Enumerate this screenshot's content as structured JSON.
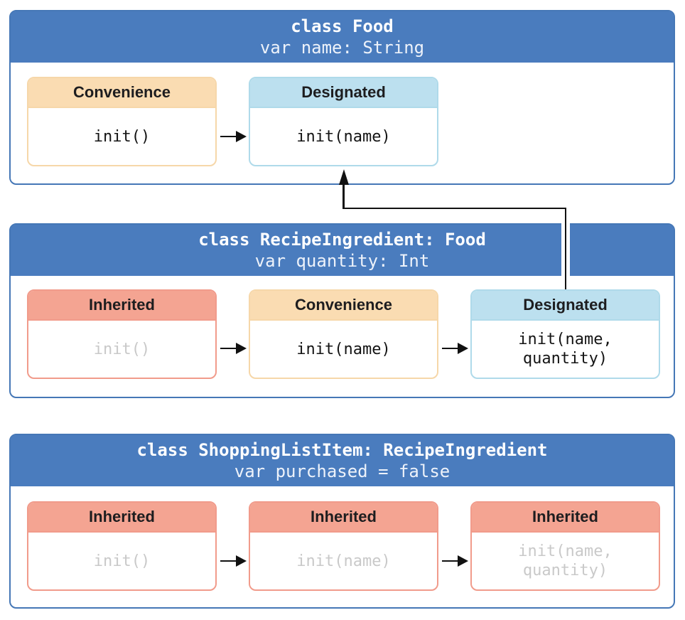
{
  "diagram": {
    "description": "Initializer chaining and inheritance across three classes",
    "colors": {
      "class_header_blue": "#4A7CBE",
      "class_box_border": "#4577B6",
      "convenience_fill": "#FADCB2",
      "convenience_border": "#F6D7A9",
      "designated_fill": "#BCE0EF",
      "designated_border": "#AFDAEA",
      "inherited_fill": "#F4A492",
      "inherited_border": "#F19B8B",
      "arrow_black": "#111111",
      "code_text": "#141414",
      "inherited_code_gray": "#C9C9C9",
      "header_text": "#FFFFFF"
    },
    "classes": [
      {
        "title": "class Food",
        "subtitle": "var name: String",
        "cards": [
          {
            "label": "Convenience",
            "code": "init()"
          },
          {
            "label": "Designated",
            "code": "init(name)"
          }
        ]
      },
      {
        "title": "class RecipeIngredient: Food",
        "subtitle": "var quantity: Int",
        "cards": [
          {
            "label": "Inherited",
            "code": "init()"
          },
          {
            "label": "Convenience",
            "code": "init(name)"
          },
          {
            "label": "Designated",
            "code": "init(name,\nquantity)"
          }
        ]
      },
      {
        "title": "class ShoppingListItem: RecipeIngredient",
        "subtitle": "var purchased = false",
        "cards": [
          {
            "label": "Inherited",
            "code": "init()"
          },
          {
            "label": "Inherited",
            "code": "init(name)"
          },
          {
            "label": "Inherited",
            "code": "init(name,\nquantity)"
          }
        ]
      }
    ]
  }
}
